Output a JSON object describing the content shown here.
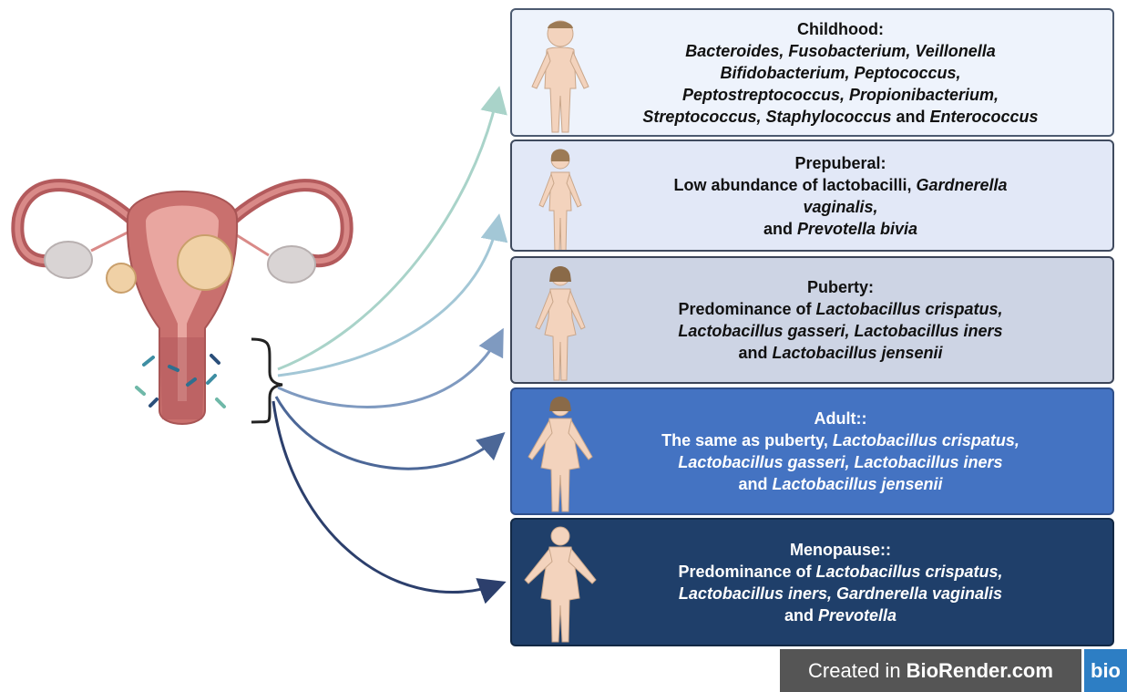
{
  "stages": [
    {
      "id": "childhood",
      "lines": [
        [
          {
            "t": "Childhood:",
            "i": false
          }
        ],
        [
          {
            "t": "Bacteroides, Fusobacterium, Veillonella",
            "i": true
          }
        ],
        [
          {
            "t": "Bifidobacterium, Peptococcus,",
            "i": true
          }
        ],
        [
          {
            "t": "Peptostreptococcus, Propionibacterium,",
            "i": true
          }
        ],
        [
          {
            "t": "Streptococcus, Staphylococcus",
            "i": true
          },
          {
            "t": " and ",
            "i": false
          },
          {
            "t": "Enterococcus",
            "i": true
          }
        ]
      ]
    },
    {
      "id": "prepuberal",
      "lines": [
        [
          {
            "t": "Prepuberal:",
            "i": false
          }
        ],
        [
          {
            "t": "Low abundance of lactobacilli, ",
            "i": false
          },
          {
            "t": "Gardnerella",
            "i": true
          }
        ],
        [
          {
            "t": "vaginalis,",
            "i": true
          }
        ],
        [
          {
            "t": "and ",
            "i": false
          },
          {
            "t": "Prevotella bivia",
            "i": true
          }
        ]
      ]
    },
    {
      "id": "puberty",
      "lines": [
        [
          {
            "t": "Puberty:",
            "i": false
          }
        ],
        [
          {
            "t": "Predominance of ",
            "i": false
          },
          {
            "t": "Lactobacillus crispatus,",
            "i": true
          }
        ],
        [
          {
            "t": "Lactobacillus gasseri, Lactobacillus iners",
            "i": true
          }
        ],
        [
          {
            "t": "and ",
            "i": false
          },
          {
            "t": "Lactobacillus jensenii",
            "i": true
          }
        ]
      ]
    },
    {
      "id": "adult",
      "lines": [
        [
          {
            "t": "Adult::",
            "i": false
          }
        ],
        [
          {
            "t": "The same as puberty, ",
            "i": false
          },
          {
            "t": "Lactobacillus crispatus,",
            "i": true
          }
        ],
        [
          {
            "t": "Lactobacillus gasseri, Lactobacillus iners",
            "i": true
          }
        ],
        [
          {
            "t": "and ",
            "i": false
          },
          {
            "t": "Lactobacillus jensenii",
            "i": true
          }
        ]
      ]
    },
    {
      "id": "menopause",
      "lines": [
        [
          {
            "t": "Menopause::",
            "i": false
          }
        ],
        [
          {
            "t": "Predominance of ",
            "i": false
          },
          {
            "t": "Lactobacillus crispatus,",
            "i": true
          }
        ],
        [
          {
            "t": "Lactobacillus iners, Gardnerella vaginalis",
            "i": true
          }
        ],
        [
          {
            "t": "and ",
            "i": false
          },
          {
            "t": "Prevotella",
            "i": true
          }
        ]
      ]
    }
  ],
  "badge": {
    "prefix": "Created in",
    "brand": "BioRender.com",
    "logo": "bio"
  },
  "colors": {
    "arrows": [
      "#a9d3c9",
      "#a3c7d6",
      "#7f9ac0",
      "#4c6797",
      "#2c3f6c"
    ],
    "uterus_outer": "#c9706e",
    "uterus_inner": "#e9a6a0",
    "ovary": "#d7d3d3",
    "fibroid": "#f0d1a6"
  },
  "icons": [
    "uterus-illustration",
    "brace-icon",
    "child-figure-icon",
    "prepuberal-figure-icon",
    "puberty-figure-icon",
    "adult-figure-icon",
    "menopause-figure-icon"
  ]
}
